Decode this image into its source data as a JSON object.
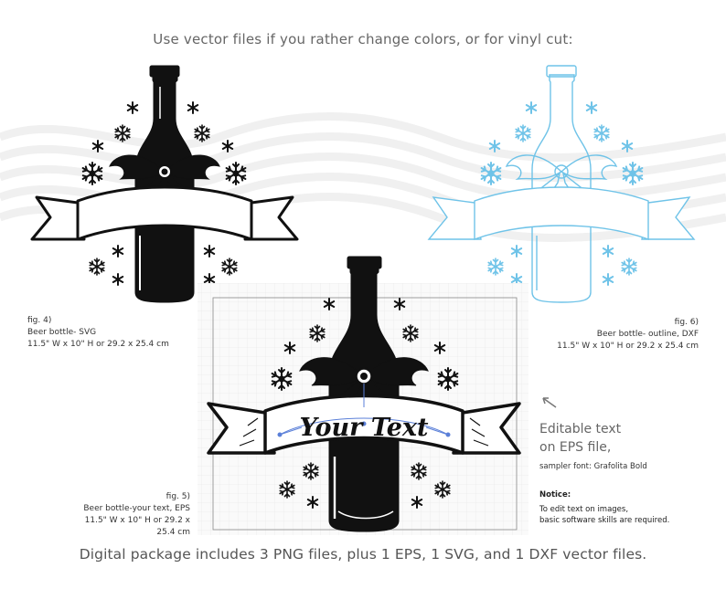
{
  "headline": "Use vector files if you rather change colors, or for vinyl cut:",
  "footer": "Digital package includes 3 PNG files, plus 1 EPS, 1 SVG, and 1 DXF vector files.",
  "fig4": {
    "label": "fig. 4)",
    "title": "Beer bottle- SVG",
    "size": "11.5\" W x 10\" H or 29.2 x 25.4 cm"
  },
  "fig5": {
    "label": "fig. 5)",
    "title": "Beer bottle-your text, EPS",
    "size": "11.5\" W x 10\" H or 29.2 x 25.4 cm"
  },
  "fig6": {
    "label": "fig. 6)",
    "title": "Beer bottle- outline, DXF",
    "size": "11.5\" W x 10\" H or 29.2 x 25.4 cm"
  },
  "banner_text": "Your Text",
  "editable": {
    "line1": "Editable text",
    "line2": "on EPS file,",
    "sampler": "sampler font: Grafolita Bold"
  },
  "notice": {
    "title": "Notice:",
    "line1": "To edit text on images,",
    "line2": "basic software skills are required."
  },
  "colors": {
    "ink": "#111111",
    "outline_blue": "#6fc3e8",
    "grid": "#e6e6e6",
    "background_waves": "#f0f0f0",
    "vector_path": "#5a7fd8"
  },
  "icons": [
    "beer-bottle",
    "holly-bow",
    "snowflake",
    "ribbon-banner",
    "arrow-pointer"
  ]
}
